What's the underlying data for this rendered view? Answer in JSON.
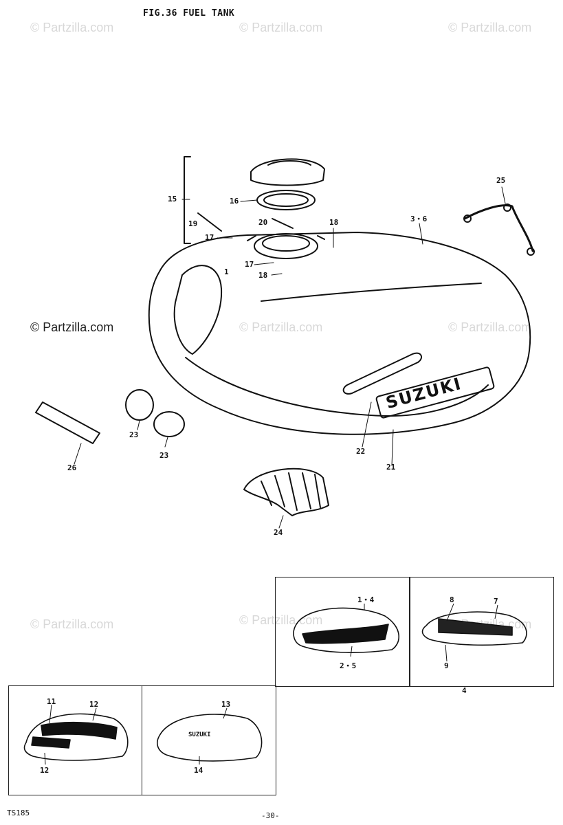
{
  "title": "FIG.36  FUEL TANK",
  "watermark": "© Partzilla.com",
  "brand_text": "SUZUKI",
  "decal_text_small": "SUZUKI",
  "callouts": {
    "c1": "1",
    "c2_5": "2・5",
    "c1_4": "1・4",
    "c3_6": "3・6",
    "c7": "7",
    "c8": "8",
    "c9": "9",
    "c11": "11",
    "c12a": "12",
    "c12b": "12",
    "c13": "13",
    "c14": "14",
    "c15": "15",
    "c16": "16",
    "c17a": "17",
    "c17b": "17",
    "c18a": "18",
    "c18b": "18",
    "c19": "19",
    "c20": "20",
    "c21": "21",
    "c22": "22",
    "c23a": "23",
    "c23b": "23",
    "c24": "24",
    "c25": "25",
    "c26": "26",
    "c4": "4"
  },
  "footer": {
    "model": "TS185",
    "page": "-30-"
  }
}
